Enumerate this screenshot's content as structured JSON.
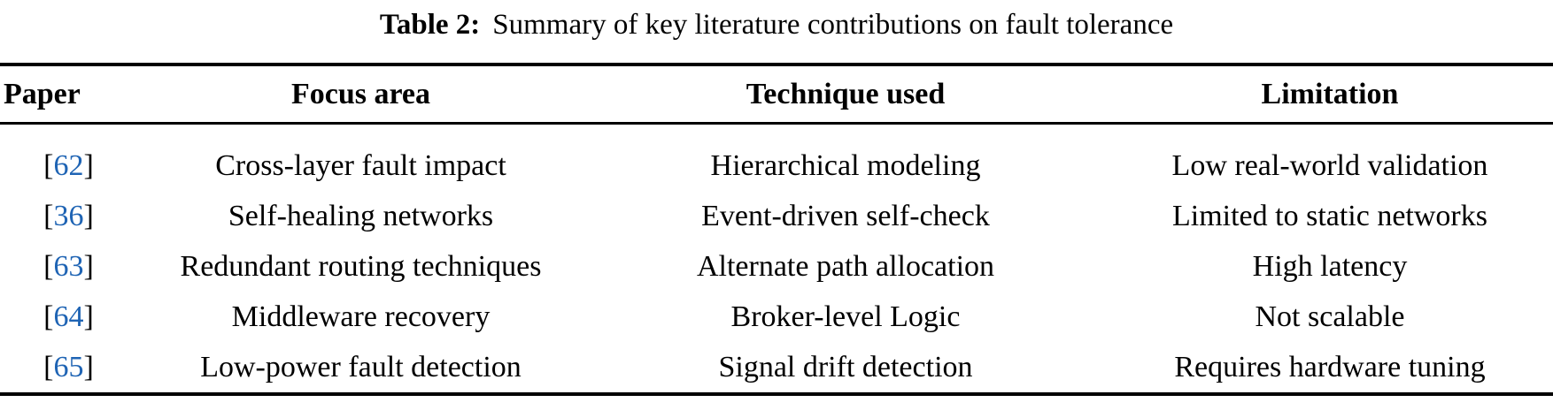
{
  "caption": {
    "label": "Table 2:",
    "text": "Summary of key literature contributions on fault tolerance"
  },
  "citation": {
    "open": "[",
    "close": "]"
  },
  "columns": {
    "paper": "Paper",
    "focus": "Focus area",
    "technique": "Technique used",
    "limitation": "Limitation"
  },
  "rows": [
    {
      "paper_ref": "62",
      "focus": "Cross-layer fault impact",
      "technique": "Hierarchical modeling",
      "limitation": "Low real-world validation"
    },
    {
      "paper_ref": "36",
      "focus": "Self-healing networks",
      "technique": "Event-driven self-check",
      "limitation": "Limited to static networks"
    },
    {
      "paper_ref": "63",
      "focus": "Redundant routing techniques",
      "technique": "Alternate path allocation",
      "limitation": "High latency"
    },
    {
      "paper_ref": "64",
      "focus": "Middleware recovery",
      "technique": "Broker-level Logic",
      "limitation": "Not scalable"
    },
    {
      "paper_ref": "65",
      "focus": "Low-power fault detection",
      "technique": "Signal drift detection",
      "limitation": "Requires hardware tuning"
    }
  ],
  "colors": {
    "text": "#000000",
    "rule": "#000000",
    "citation_link": "#1f64b4"
  }
}
